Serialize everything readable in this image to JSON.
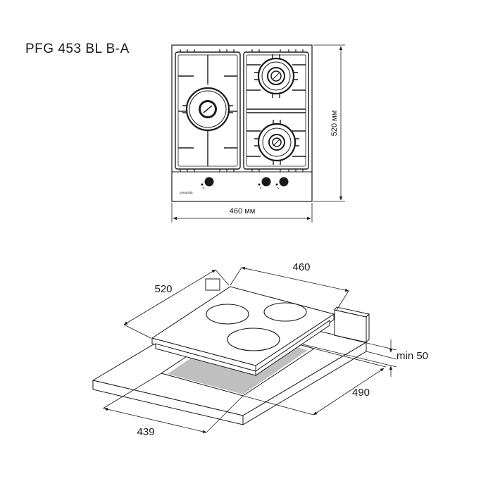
{
  "model": "PFG 453 BL B-A",
  "brand": "pyramida",
  "top_view": {
    "width_label": "460 мм",
    "depth_label": "520 мм"
  },
  "install_view": {
    "hob_width": "460",
    "hob_depth": "520",
    "min_clearance": "min 50",
    "cutout_depth": "490",
    "cutout_width": "439"
  }
}
